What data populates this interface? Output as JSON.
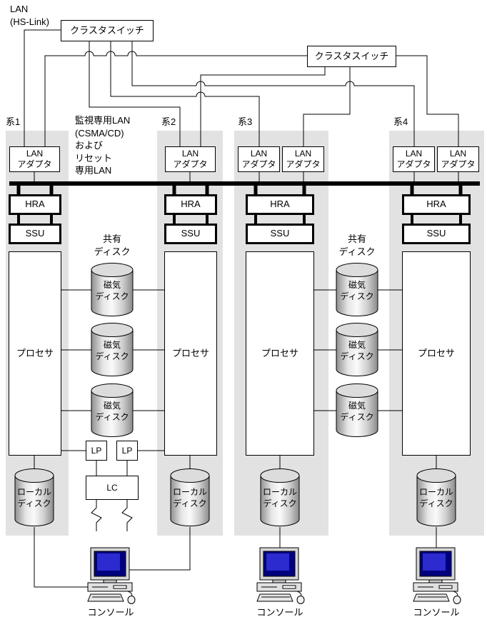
{
  "header": {
    "lan_label": "LAN\n(HS-Link)",
    "switch1_label": "クラスタスイッチ",
    "switch2_label": "クラスタスイッチ",
    "monitor_lan_note": "監視専用LAN\n(CSMA/CD)\nおよび\nリセット\n専用LAN"
  },
  "systems": [
    {
      "name": "系1",
      "adapters": [
        "LAN\nアダプタ"
      ],
      "hra": "HRA",
      "ssu": "SSU",
      "processor": "プロセサ",
      "local_disk": "ローカル\nディスク"
    },
    {
      "name": "系2",
      "adapters": [
        "LAN\nアダプタ"
      ],
      "hra": "HRA",
      "ssu": "SSU",
      "processor": "プロセサ",
      "local_disk": "ローカル\nディスク"
    },
    {
      "name": "系3",
      "adapters": [
        "LAN\nアダプタ",
        "LAN\nアダプタ"
      ],
      "hra": "HRA",
      "ssu": "SSU",
      "processor": "プロセサ",
      "local_disk": "ローカル\nディスク"
    },
    {
      "name": "系4",
      "adapters": [
        "LAN\nアダプタ",
        "LAN\nアダプタ"
      ],
      "hra": "HRA",
      "ssu": "SSU",
      "processor": "プロセサ",
      "local_disk": "ローカル\nディスク"
    }
  ],
  "shared_disk_groups": [
    {
      "title": "共有\nディスク",
      "disks": [
        "磁気\nディスク",
        "磁気\nディスク",
        "磁気\nディスク"
      ]
    },
    {
      "title": "共有\nディスク",
      "disks": [
        "磁気\nディスク",
        "磁気\nディスク",
        "磁気\nディスク"
      ]
    }
  ],
  "peripherals": {
    "lp1": "LP",
    "lp2": "LP",
    "lc": "LC"
  },
  "consoles": [
    {
      "label": "コンソール"
    },
    {
      "label": "コンソール"
    },
    {
      "label": "コンソール"
    }
  ],
  "colors": {
    "panel": "#e2e2e2",
    "line": "#000000",
    "screen": "#00007d",
    "screen_highlight": "#2b2bcf"
  }
}
